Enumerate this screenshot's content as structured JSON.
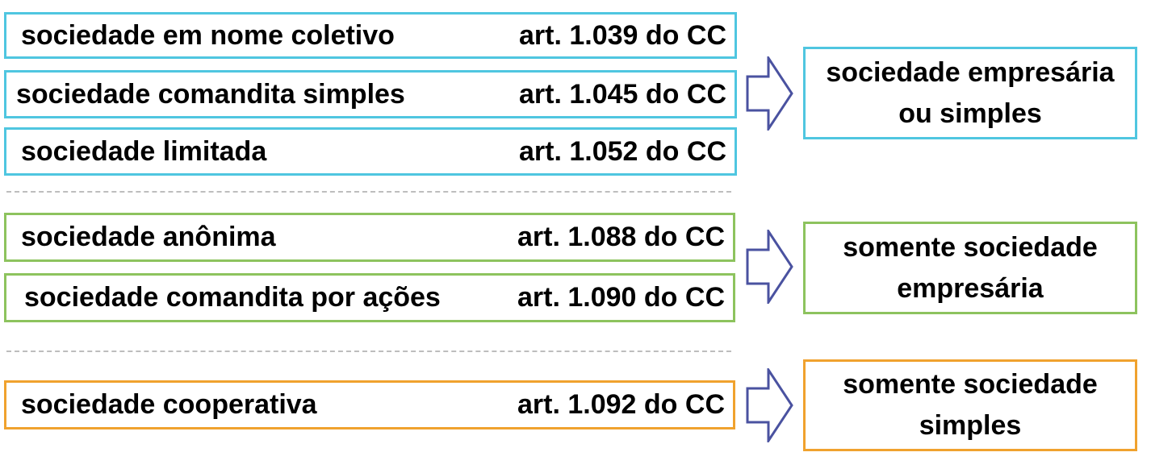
{
  "groups": [
    {
      "color": "#4fc6e0",
      "rows": [
        {
          "label": "sociedade em nome coletivo",
          "article": "art. 1.039 do CC"
        },
        {
          "label": "sociedade comandita simples",
          "article": "art. 1.045 do CC"
        },
        {
          "label": "sociedade limitada",
          "article": "art. 1.052 do CC"
        }
      ],
      "result": {
        "line1": "sociedade empresária",
        "line2": "ou simples"
      }
    },
    {
      "color": "#8dc35e",
      "rows": [
        {
          "label": "sociedade anônima",
          "article": "art. 1.088 do CC"
        },
        {
          "label": "sociedade comandita por ações",
          "article": "art. 1.090 do CC"
        }
      ],
      "result": {
        "line1": "somente sociedade",
        "line2": "empresária"
      }
    },
    {
      "color": "#f0a22e",
      "rows": [
        {
          "label": "sociedade cooperativa",
          "article": "art. 1.092 do CC"
        }
      ],
      "result": {
        "line1": "somente sociedade",
        "line2": "simples"
      }
    }
  ],
  "arrow_color": "#4a52a0"
}
